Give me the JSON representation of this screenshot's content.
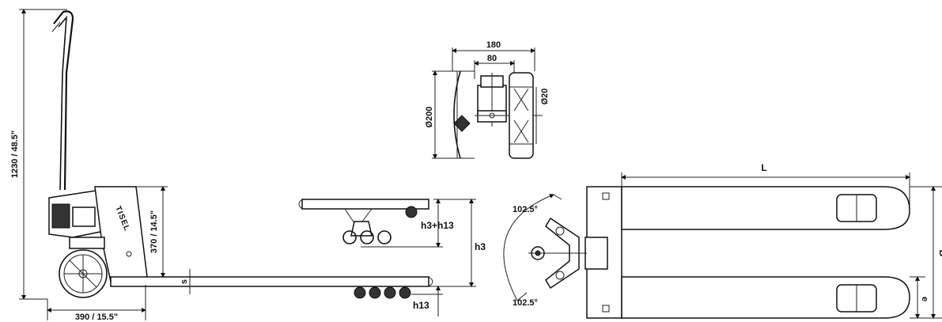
{
  "side_view": {
    "height_label": "1230 / 48.5\"",
    "fork_height_label": "370 / 14.5\"",
    "length_label": "390 / 15.5\"",
    "fork_thickness_label": "s",
    "brand": "TISEL"
  },
  "raised_view": {
    "lift_label": "h3+h13",
    "max_height_label": "h3",
    "min_height_label": "h13"
  },
  "wheel_detail": {
    "outer_width_label": "180",
    "inner_width_label": "80",
    "wheel_diameter_label": "Ø200",
    "roller_diameter_label": "Ø20"
  },
  "top_view": {
    "length_label": "L",
    "width_label": "B",
    "fork_width_label": "e",
    "angle_top_label": "102.5°",
    "angle_bottom_label": "102.5°"
  }
}
